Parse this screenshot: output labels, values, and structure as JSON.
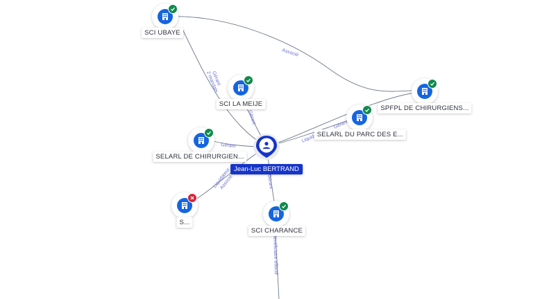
{
  "colors": {
    "accent": "#1565e0",
    "person": "#1534c9",
    "edge": "#6e7a8a",
    "edge_label": "#6c6fd0",
    "status_active": "#0f8a4b",
    "status_closed": "#d6233a"
  },
  "person": {
    "name": "Jean-Luc BERTRAND",
    "icon": "user-icon"
  },
  "companies": [
    {
      "id": "sci-ubaye",
      "name": "SCI UBAYE",
      "status": "active",
      "icon": "building-icon"
    },
    {
      "id": "sci-la-meije",
      "name": "SCI LA MEIJE",
      "status": "active",
      "icon": "building-icon"
    },
    {
      "id": "spfpl",
      "name": "SPFPL DE CHIRURGIENS...",
      "status": "active",
      "icon": "building-icon"
    },
    {
      "id": "selarl-parc",
      "name": "SELARL DU PARC DES E...",
      "status": "active",
      "icon": "building-icon"
    },
    {
      "id": "selarl-chir",
      "name": "SELARL DE CHIRURGIEN...",
      "status": "active",
      "icon": "building-icon"
    },
    {
      "id": "s-closed",
      "name": "S...",
      "status": "closed",
      "icon": "building-icon"
    },
    {
      "id": "sci-charance",
      "name": "SCI CHARANCE",
      "status": "active",
      "icon": "building-icon"
    }
  ],
  "edges": [
    {
      "id": "e-ubaye-spfpl",
      "label": "Associé"
    },
    {
      "id": "e-person-ubaye",
      "label": "Gérant",
      "sub": "2 mandats"
    },
    {
      "id": "e-person-meije",
      "label": "Gérant"
    },
    {
      "id": "e-person-selarlchir",
      "label": "Gérant"
    },
    {
      "id": "e-person-sclosed",
      "label": "Liquidateur",
      "sub": "Associé"
    },
    {
      "id": "e-person-selarlparc",
      "label": "Liquidateur",
      "sub": "Gérant"
    },
    {
      "id": "e-person-spfpl",
      "label": ""
    },
    {
      "id": "e-person-charance",
      "label": "Gérant"
    },
    {
      "id": "e-charance-down",
      "label": "Bénéficiaire effectif"
    }
  ]
}
